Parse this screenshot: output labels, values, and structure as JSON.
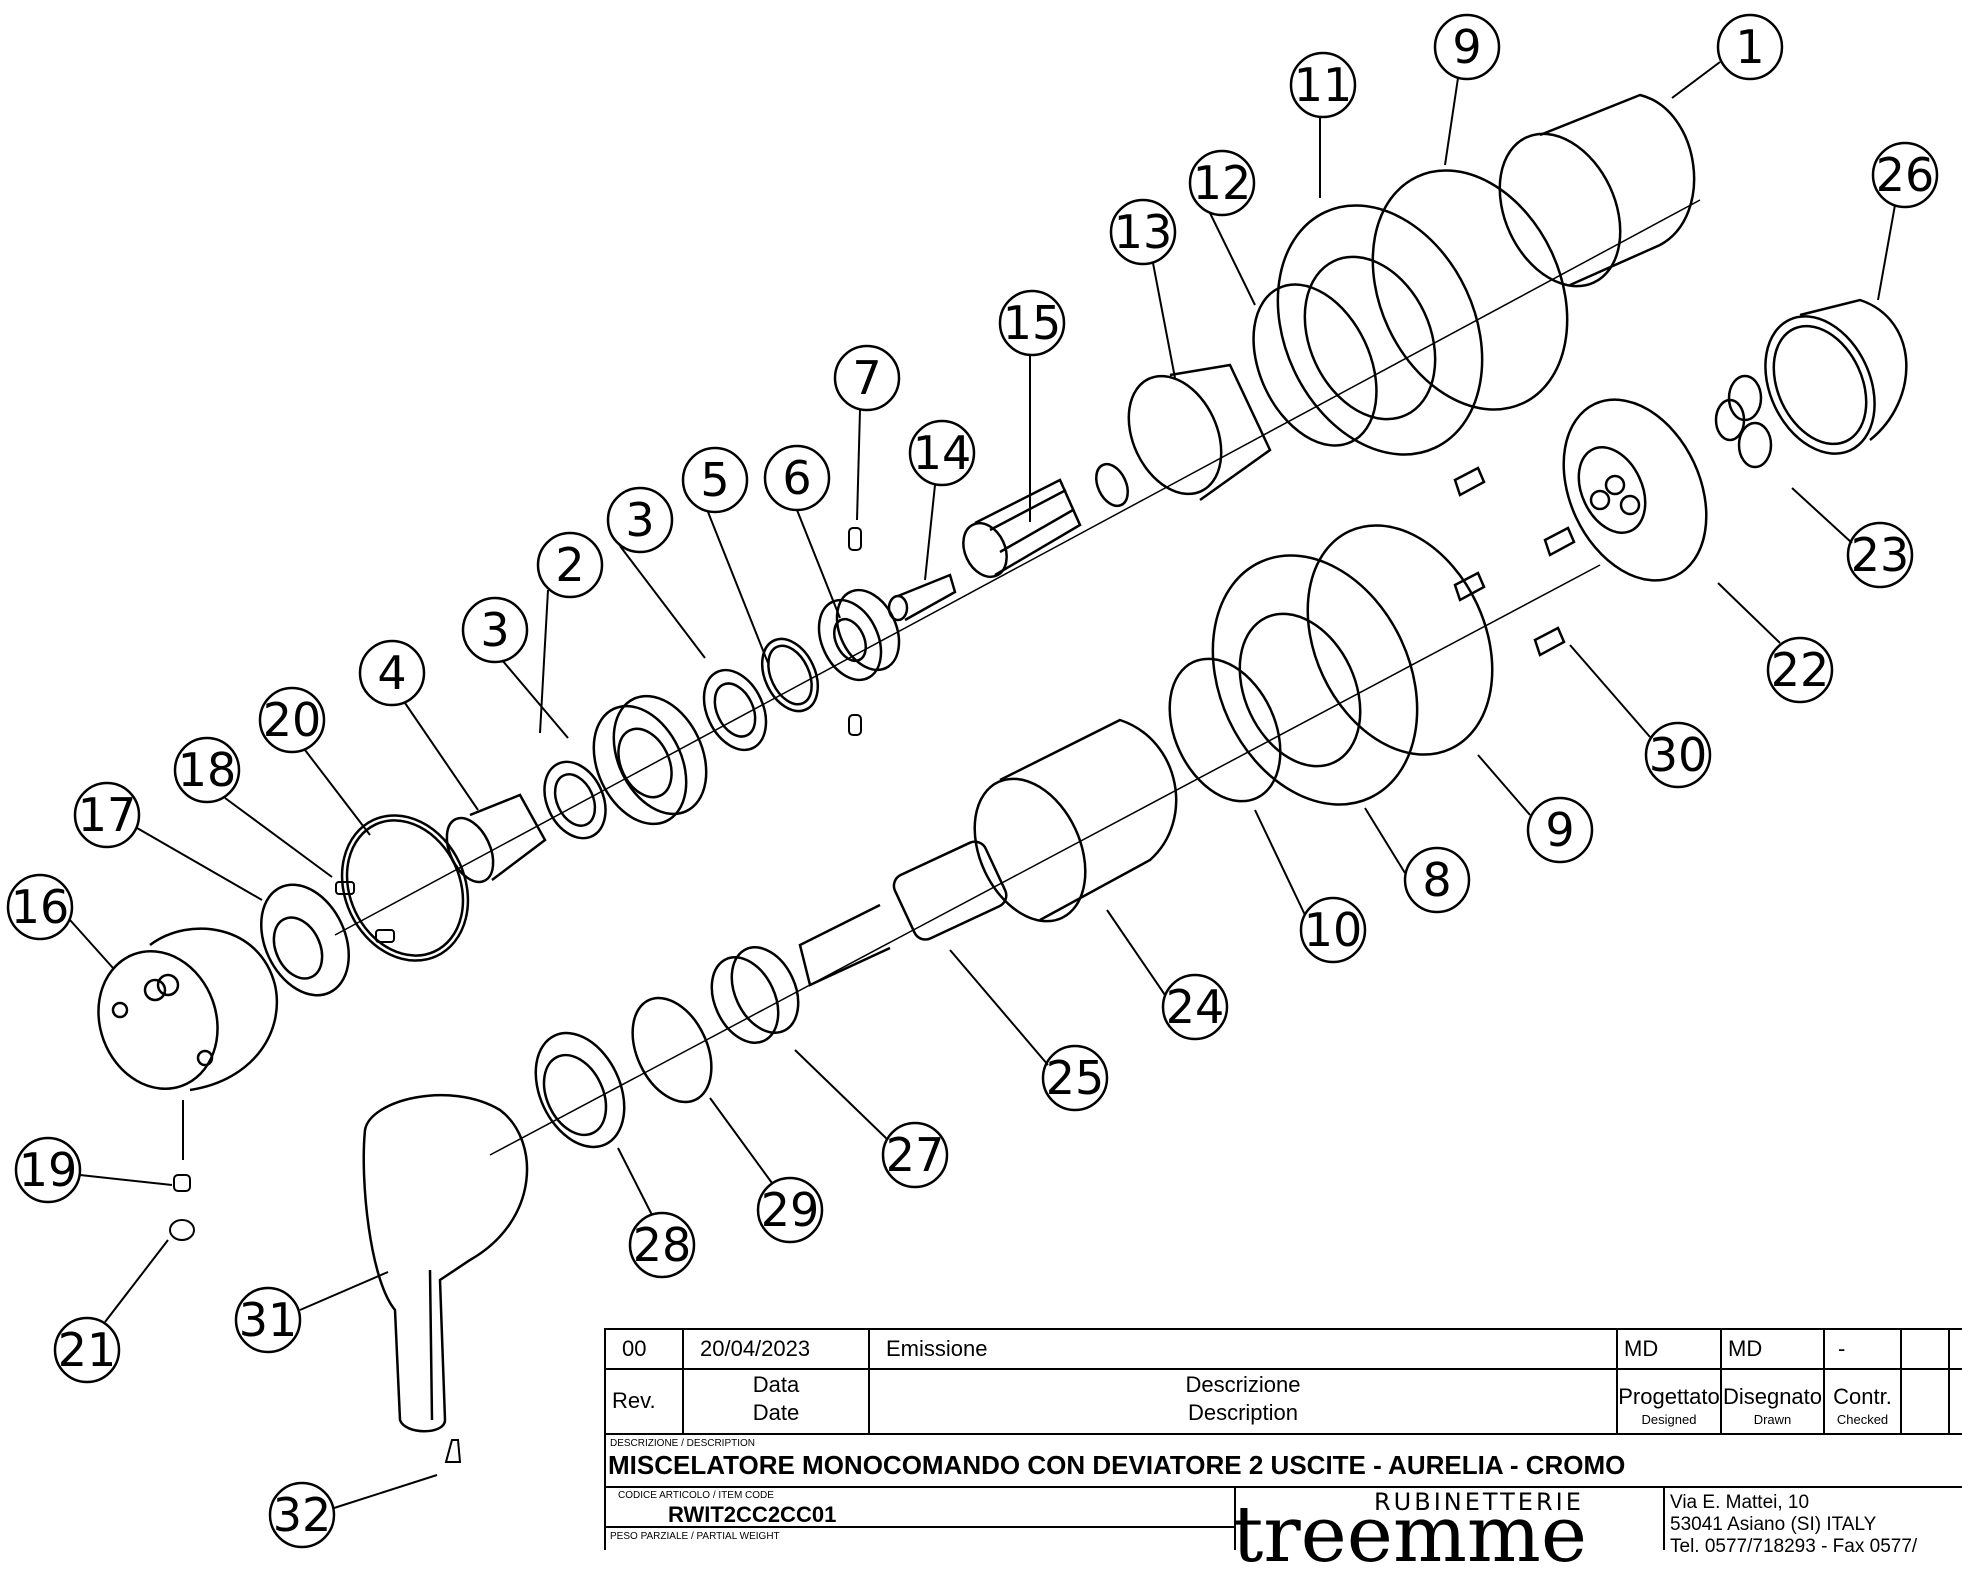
{
  "callouts": [
    "1",
    "2",
    "3",
    "3",
    "4",
    "5",
    "6",
    "7",
    "8",
    "9",
    "9",
    "10",
    "11",
    "12",
    "13",
    "14",
    "15",
    "16",
    "17",
    "18",
    "19",
    "20",
    "21",
    "22",
    "23",
    "24",
    "25",
    "26",
    "27",
    "28",
    "29",
    "30",
    "31",
    "32"
  ],
  "revision_row": {
    "rev": "00",
    "date": "20/04/2023",
    "description": "Emissione",
    "designed": "MD",
    "drawn": "MD",
    "checked": "-"
  },
  "header_row": {
    "rev_label": "Rev.",
    "date_label_it": "Data",
    "date_label_en": "Date",
    "description_label_it": "Descrizione",
    "description_label_en": "Description",
    "designed_it": "Progettato",
    "designed_en": "Designed",
    "drawn_it": "Disegnato",
    "drawn_en": "Drawn",
    "checked_it": "Contr.",
    "checked_en": "Checked"
  },
  "description_caption": "DESCRIZIONE / DESCRIPTION",
  "description": "MISCELATORE MONOCOMANDO CON DEVIATORE 2 USCITE - AURELIA - CROMO",
  "item_code_caption": "CODICE ARTICOLO / ITEM CODE",
  "item_code": "RWIT2CC2CC01",
  "weight_caption": "PESO PARZIALE / PARTIAL WEIGHT",
  "brand_top": "RUBINETTERIE",
  "brand_name": "treemme",
  "address_line1": "Via E. Mattei, 10",
  "address_line2": "53041 Asiano (SI) ITALY",
  "address_line3": "Tel. 0577/718293 - Fax 0577/"
}
